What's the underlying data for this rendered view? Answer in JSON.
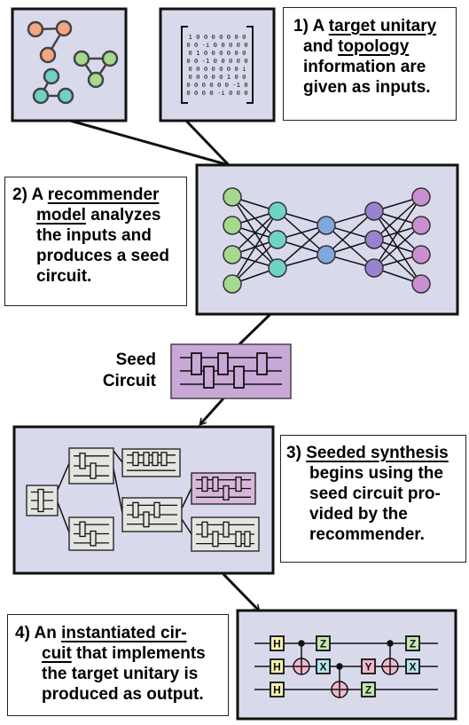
{
  "steps": {
    "step1": {
      "number": "1)",
      "line1_pre": " A ",
      "line1_u": "target unitary",
      "line2_pre": "and ",
      "line2_u": "topology",
      "line3": "information are",
      "line4": "given as inputs."
    },
    "step2": {
      "number": "2)",
      "line1_pre": " A ",
      "line1_u": "recommender",
      "line2_u": "model",
      "line2_post": " analyzes",
      "line3": "the inputs and",
      "line4": "produces a seed",
      "line5": "circuit."
    },
    "step3": {
      "number": "3)",
      "line1_u": "Seeded synthesis",
      "line2": "begins using the",
      "line3": "seed circuit pro-",
      "line4": "vided by the",
      "line5": "recommender."
    },
    "step4": {
      "number": "4)",
      "line1_pre": " An ",
      "line1_u": "instantiated cir-",
      "line2_u": "cuit",
      "line2_post": " that implements",
      "line3": "the target unitary is",
      "line4": "produced as output."
    }
  },
  "seed_label": {
    "line1": "Seed",
    "line2": "Circuit"
  },
  "matrix_rows": [
    "1 0 0 0 0 0 0 0",
    "0 0 -i 0 0 0 0 0",
    "0 1 0 0 0 0 0 0",
    "0 0 -1 0 0 0 0 0",
    "0 0 0 0 0 0 0 i",
    "0 0 0 0 0 1 0 0",
    "0 0 0 0 0 0 -1 0",
    "0 0 0 0 -i 0 0 0"
  ],
  "gates": {
    "h": "H",
    "z": "Z",
    "x": "X",
    "y": "Y"
  },
  "colors": {
    "panel": "#d9d9ec",
    "node_orange": "#f4a582",
    "node_green": "#a6d890",
    "node_teal": "#6ed3c4",
    "node_blue": "#7fa8e0",
    "node_purple": "#9b82d0",
    "node_pink": "#c98fd0",
    "seed_circuit": "#c9a8d8",
    "gate_yellow": "#f6f0b0",
    "gate_green": "#c4e6b0",
    "gate_teal": "#b4e4ec",
    "gate_pink": "#f2b8cc"
  }
}
